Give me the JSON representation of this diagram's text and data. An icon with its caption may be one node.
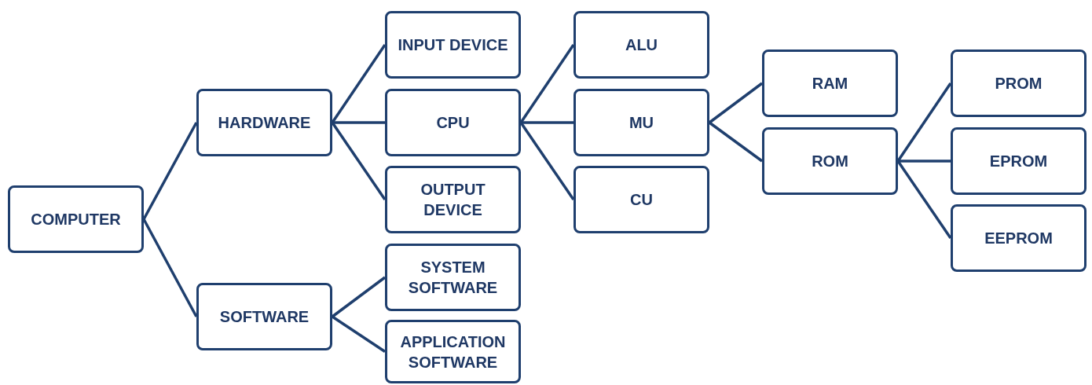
{
  "diagram": {
    "nodes": [
      {
        "text": [
          "COMPUTER"
        ]
      },
      {
        "text": [
          "HARDWARE"
        ]
      },
      {
        "text": [
          "SOFTWARE"
        ]
      },
      {
        "text": [
          "INPUT DEVICE"
        ]
      },
      {
        "text": [
          "CPU"
        ]
      },
      {
        "text": [
          "OUTPUT DEVICE"
        ]
      },
      {
        "text": [
          "SYSTEM SOFTWARE"
        ]
      },
      {
        "text": [
          "APPLICATION SOFTWARE"
        ]
      },
      {
        "text": [
          "ALU"
        ]
      },
      {
        "text": [
          "MU"
        ]
      },
      {
        "text": [
          "CU"
        ]
      },
      {
        "text": [
          "RAM"
        ]
      },
      {
        "text": [
          "ROM"
        ]
      },
      {
        "text": [
          "PROM"
        ]
      },
      {
        "text": [
          "EPROM"
        ]
      },
      {
        "text": [
          "EEPROM"
        ]
      }
    ],
    "edges": [
      {
        "from": 0,
        "to": 1,
        "arrow": "none"
      },
      {
        "from": 0,
        "to": 2,
        "arrow": "none"
      },
      {
        "from": 1,
        "to": 3,
        "arrow": "none"
      },
      {
        "from": 1,
        "to": 4,
        "arrow": "none"
      },
      {
        "from": 1,
        "to": 5,
        "arrow": "none"
      },
      {
        "from": 2,
        "to": 6,
        "arrow": "none"
      },
      {
        "from": 2,
        "to": 7,
        "arrow": "none"
      },
      {
        "from": 4,
        "to": 8,
        "arrow": "none"
      },
      {
        "from": 4,
        "to": 9,
        "arrow": "none"
      },
      {
        "from": 4,
        "to": 10,
        "arrow": "none"
      },
      {
        "from": 9,
        "to": 11,
        "arrow": "none"
      },
      {
        "from": 9,
        "to": 12,
        "arrow": "none"
      },
      {
        "from": 12,
        "to": 13,
        "arrow": "none"
      },
      {
        "from": 12,
        "to": 14,
        "arrow": "none"
      },
      {
        "from": 12,
        "to": 15,
        "arrow": "none"
      }
    ]
  }
}
